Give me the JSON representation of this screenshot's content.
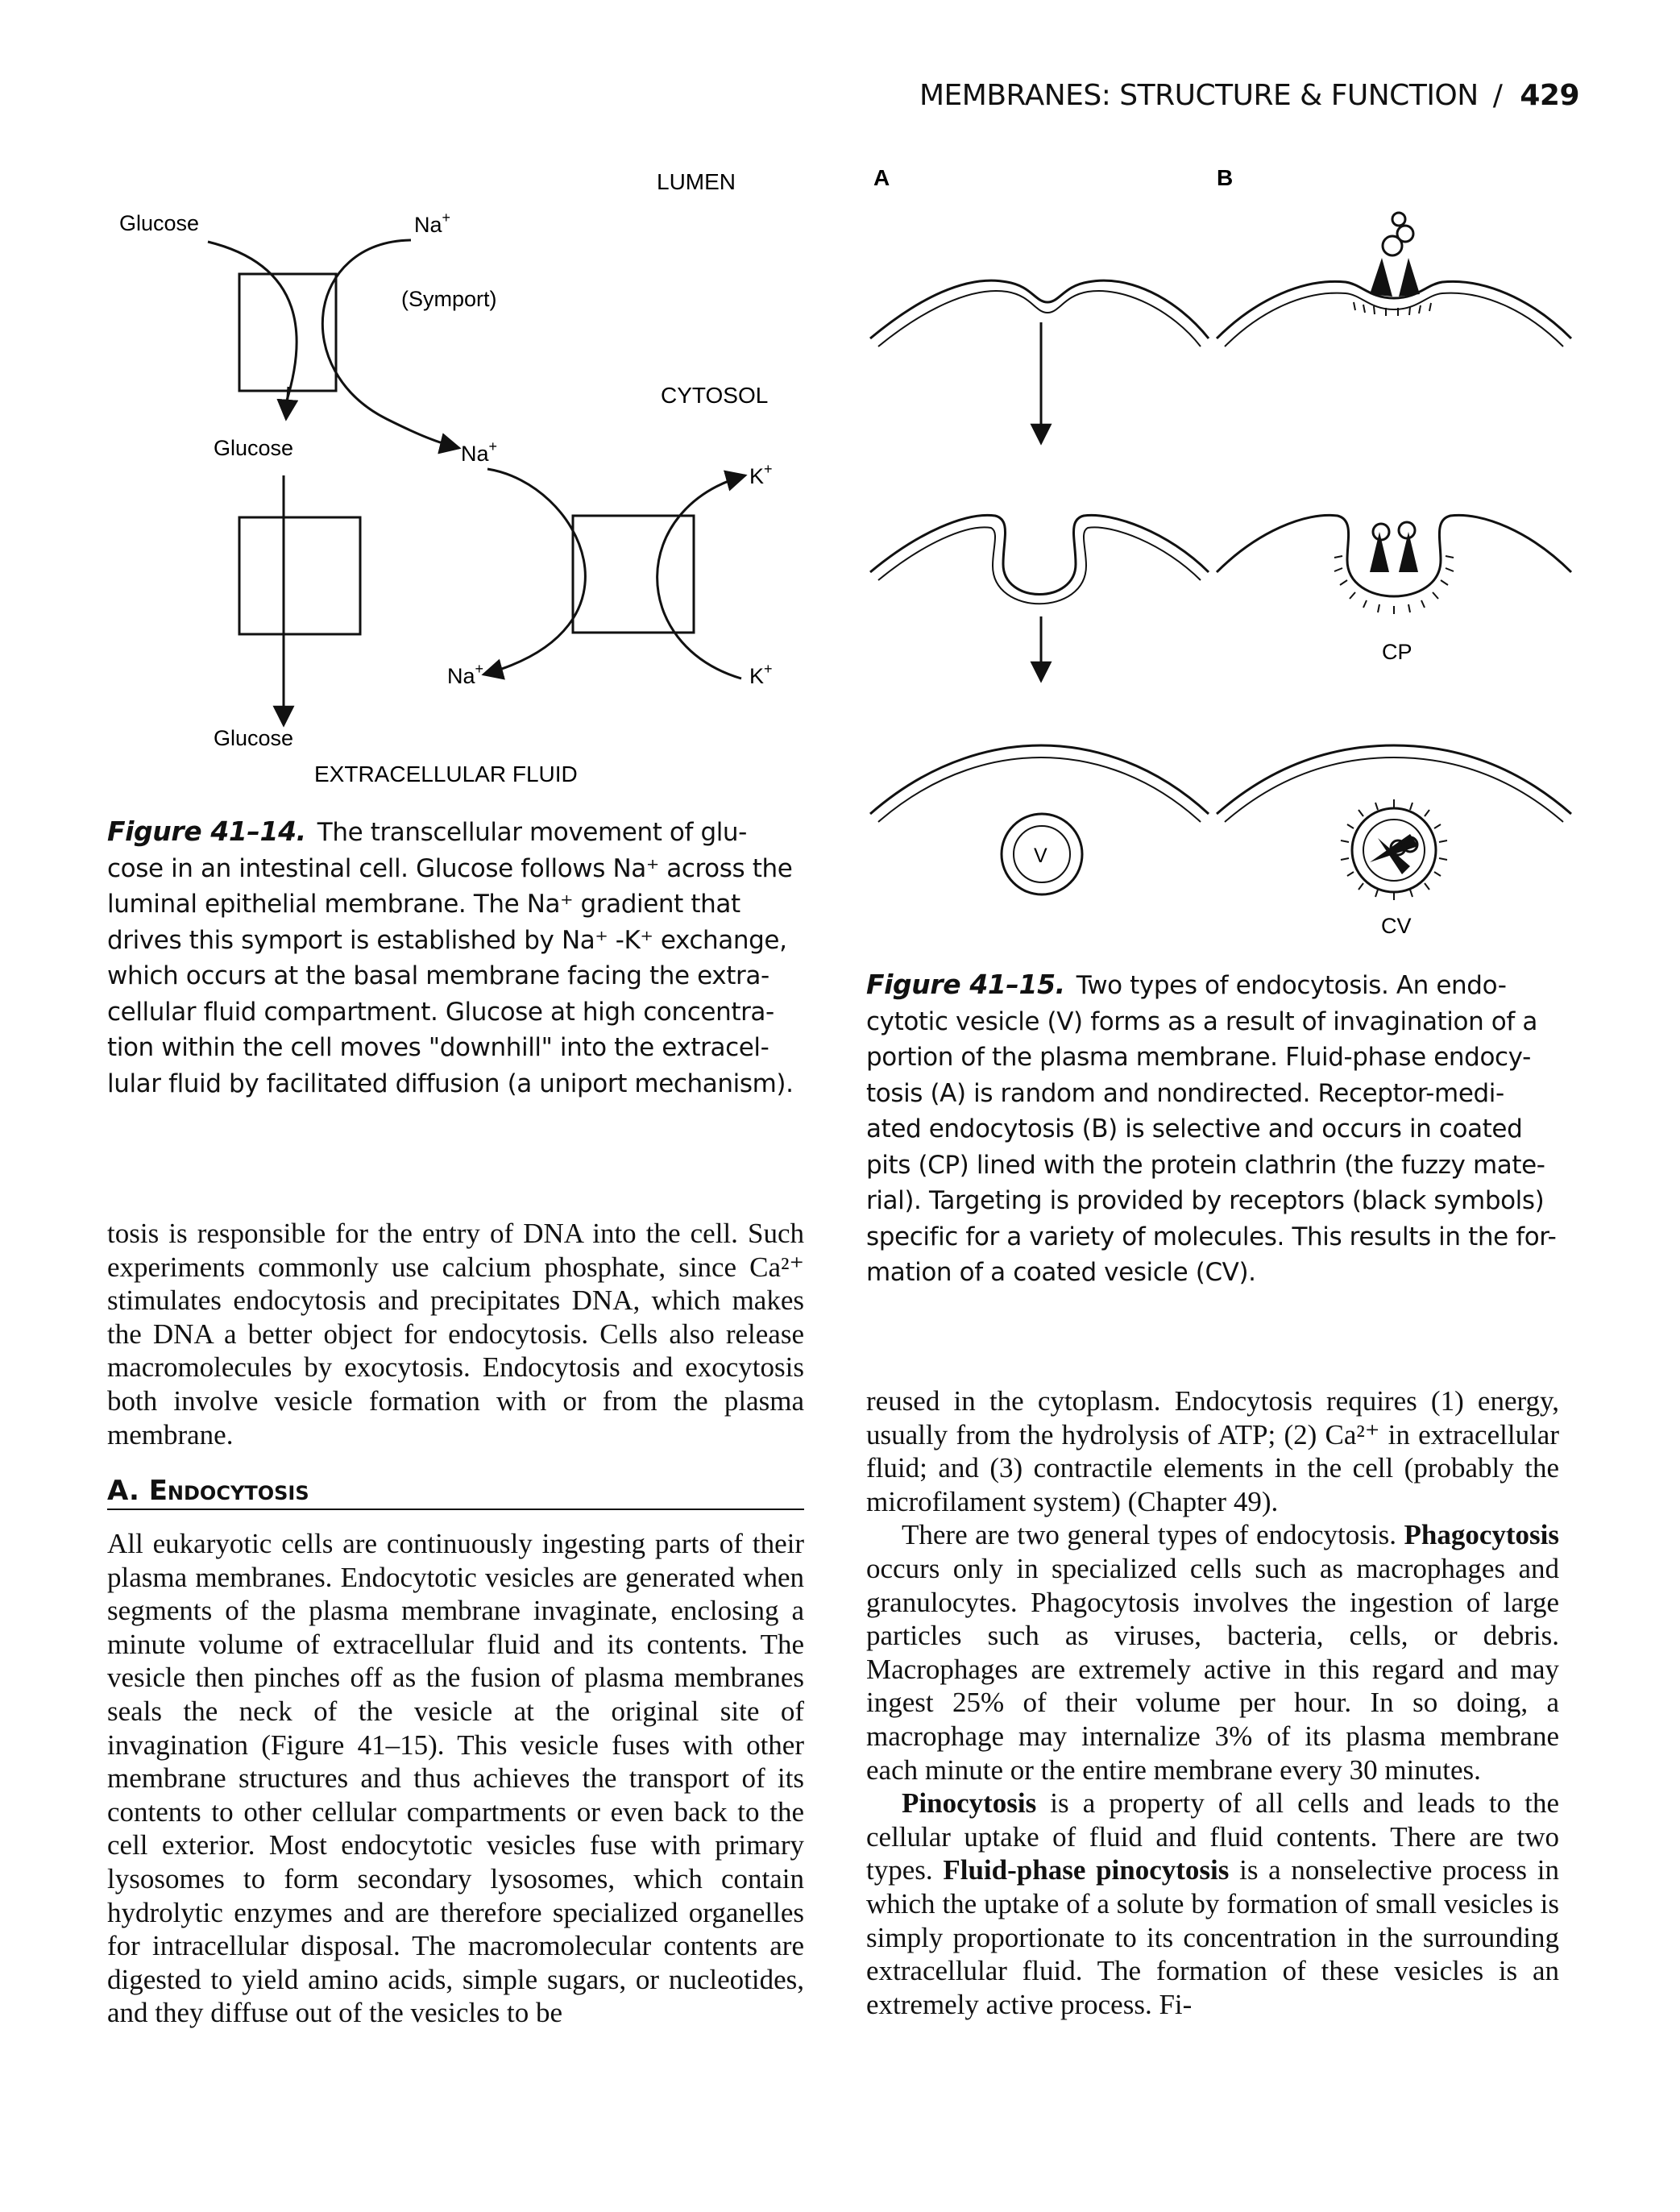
{
  "running_head": {
    "title": "MEMBRANES: STRUCTURE & FUNCTION",
    "separator": "/",
    "page_number": "429"
  },
  "figure_41_14": {
    "labels": {
      "lumen": "LUMEN",
      "cytosol": "CYTOSOL",
      "extracellular": "EXTRACELLULAR FLUID",
      "glucose_top": "Glucose",
      "glucose_mid": "Glucose",
      "glucose_bottom": "Glucose",
      "symport": "(Symport)",
      "na_top": "Na",
      "na_mid": "Na",
      "na_bottom": "Na",
      "k_top": "K",
      "k_bottom": "K",
      "plus": "+"
    },
    "caption_label": "Figure 41–14.",
    "caption_lines": [
      "The transcellular movement of glu-",
      "cose in an intestinal cell. Glucose follows Na⁺ across the",
      "luminal epithelial membrane. The Na⁺ gradient that",
      "drives this symport is established by Na⁺ -K⁺ exchange,",
      "which occurs at the basal membrane facing the extra-",
      "cellular fluid compartment. Glucose at high concentra-",
      "tion within the cell moves \"downhill\" into the extracel-",
      "lular fluid by facilitated diffusion (a uniport mechanism)."
    ]
  },
  "figure_41_15": {
    "labels": {
      "a": "A",
      "b": "B",
      "cp": "CP",
      "cv": "CV",
      "v": "V"
    },
    "caption_label": "Figure 41–15.",
    "caption_lines": [
      "Two types of endocytosis. An endo-",
      "cytotic vesicle (V) forms as a result of invagination of a",
      "portion of the plasma membrane. Fluid-phase endocy-",
      "tosis (A) is random and nondirected. Receptor-medi-",
      "ated endocytosis (B) is selective and occurs in coated",
      "pits (CP) lined with the protein clathrin (the fuzzy mate-",
      "rial). Targeting is provided by receptors (black symbols)",
      "specific for a variety of molecules. This results in the for-",
      "mation of a coated vesicle (CV)."
    ]
  },
  "left_column": {
    "para1": "tosis is responsible for the entry of DNA into the cell. Such experiments commonly use calcium phosphate, since Ca²⁺ stimulates endocytosis and precipitates DNA, which makes the DNA a better object for endocytosis. Cells also release macromolecules by exocytosis. Endocytosis and exocytosis both involve vesicle formation with or from the plasma membrane.",
    "heading": "A. Endocytosis",
    "para2": "All eukaryotic cells are continuously ingesting parts of their plasma membranes. Endocytotic vesicles are generated when segments of the plasma membrane invaginate, enclosing a minute volume of extracellular fluid and its contents. The vesicle then pinches off as the fusion of plasma membranes seals the neck of the vesicle at the original site of invagination (Figure 41–15). This vesicle fuses with other membrane structures and thus achieves the transport of its contents to other cellular compartments or even back to the cell exterior. Most endocytotic vesicles fuse with primary lysosomes to form secondary lysosomes, which contain hydrolytic enzymes and are therefore specialized organelles for intracellular disposal. The macromolecular contents are digested to yield amino acids, simple sugars, or nucleotides, and they diffuse out of the vesicles to be"
  },
  "right_column": {
    "para1": "reused in the cytoplasm. Endocytosis requires (1) energy, usually from the hydrolysis of ATP; (2) Ca²⁺ in extracellular fluid; and (3) contractile elements in the cell (probably the microfilament system) (Chapter 49).",
    "para2_lead": "There are two general types of endocytosis.",
    "para2_term": "Phagocytosis",
    "para2_rest": "occurs only in specialized cells such as macrophages and granulocytes. Phagocytosis involves the ingestion of large particles such as viruses, bacteria, cells, or debris. Macrophages are extremely active in this regard and may ingest 25% of their volume per hour. In so doing, a macrophage may internalize 3% of its plasma membrane each minute or the entire membrane every 30 minutes.",
    "para3_term": "Pinocytosis",
    "para3_mid": "is a property of all cells and leads to the cellular uptake of fluid and fluid contents. There are two types.",
    "para3_term2": "Fluid-phase pinocytosis",
    "para3_rest": "is a nonselective process in which the uptake of a solute by formation of small vesicles is simply proportionate to its concentration in the surrounding extracellular fluid. The formation of these vesicles is an extremely active process. Fi-"
  }
}
